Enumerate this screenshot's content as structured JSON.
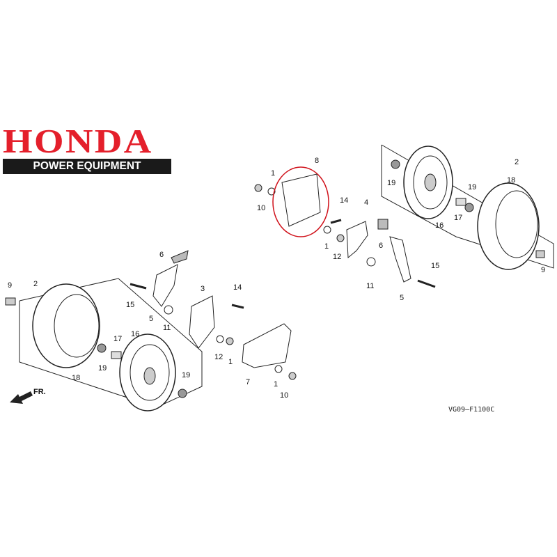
{
  "logo": {
    "brand": "HONDA",
    "tagline": "POWER EQUIPMENT"
  },
  "diagram_code": "VG09–F1100C",
  "front_label": "FR.",
  "highlight_color": "#d0121b",
  "callouts": [
    "1",
    "8",
    "10",
    "14",
    "4",
    "2",
    "19",
    "18",
    "19",
    "16",
    "17",
    "6",
    "1",
    "12",
    "15",
    "9",
    "11",
    "5",
    "6",
    "9",
    "2",
    "15",
    "5",
    "3",
    "14",
    "11",
    "17",
    "16",
    "12",
    "1",
    "18",
    "19",
    "19",
    "7",
    "1",
    "10"
  ]
}
